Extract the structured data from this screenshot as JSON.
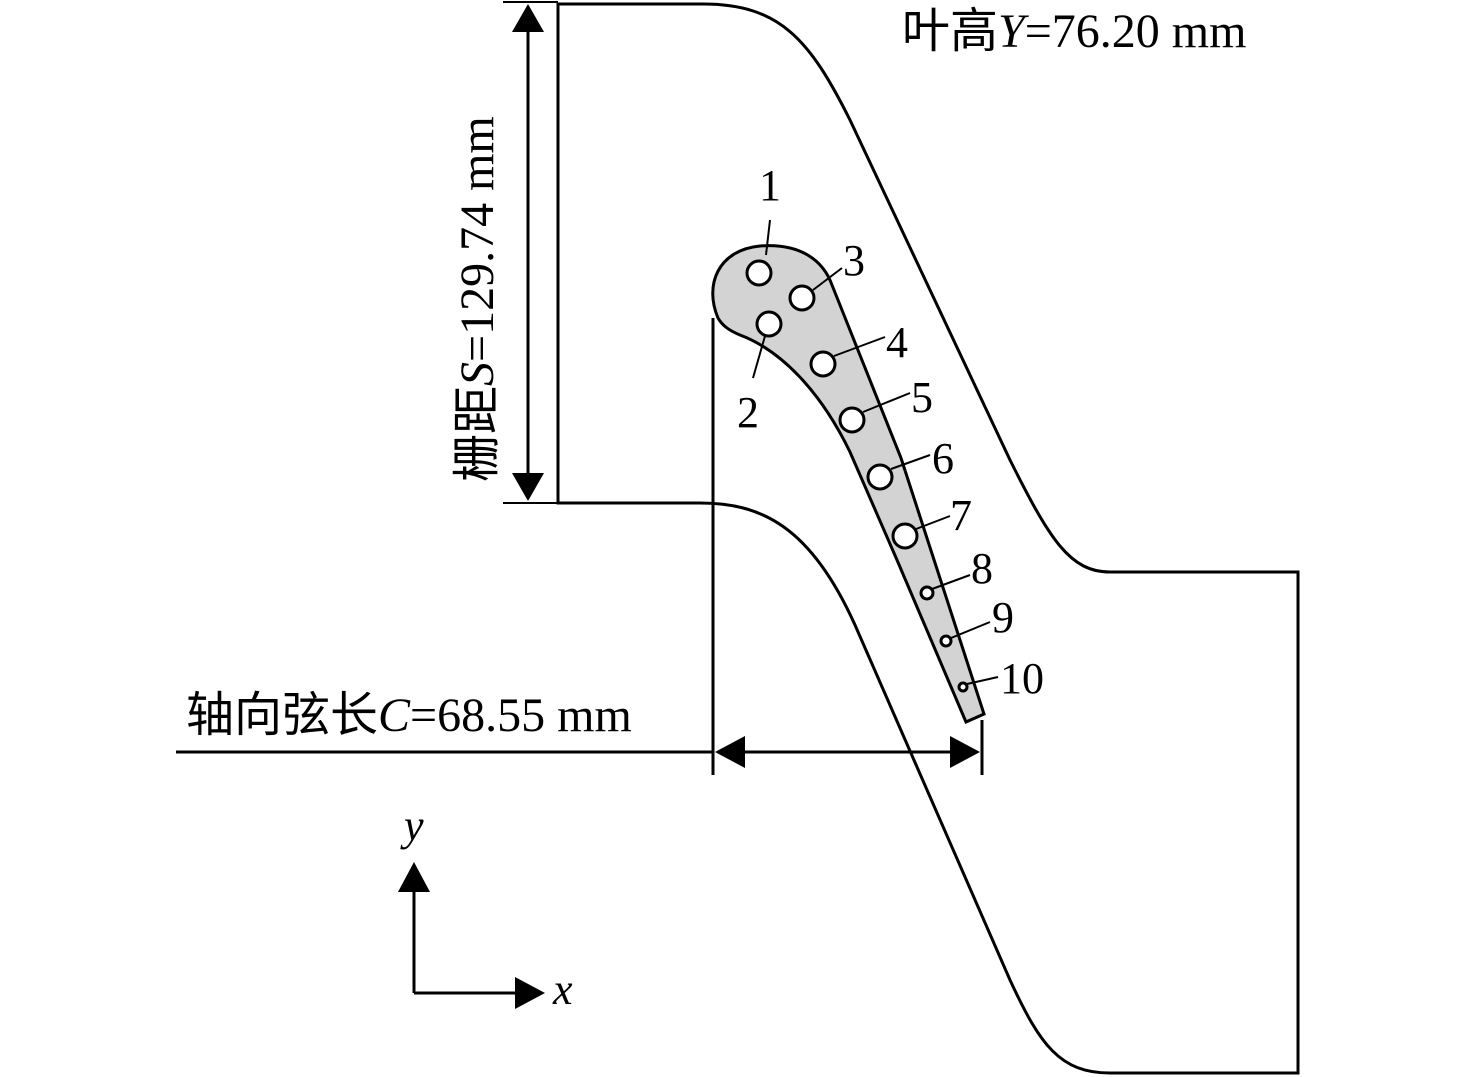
{
  "labels": {
    "height_prefix": "叶高",
    "height_var": "Y",
    "height_value": "=76.20 mm",
    "pitch_prefix": "栅距",
    "pitch_var": "S",
    "pitch_value": "=129.74 mm",
    "chord_prefix": "轴向弦长",
    "chord_var": "C",
    "chord_value": "=68.55 mm"
  },
  "axes": {
    "x": "x",
    "y": "y"
  },
  "holes": [
    "1",
    "2",
    "3",
    "4",
    "5",
    "6",
    "7",
    "8",
    "9",
    "10"
  ],
  "colors": {
    "blade_fill": "#d3d3d3",
    "line": "#000000",
    "background": "#ffffff"
  }
}
